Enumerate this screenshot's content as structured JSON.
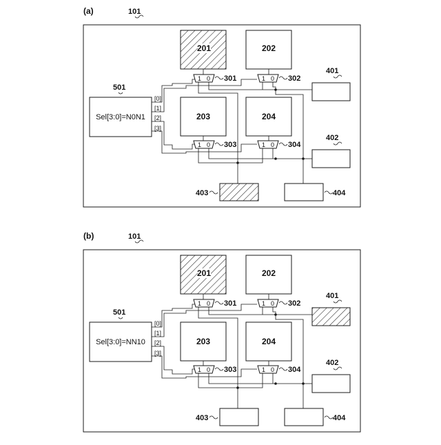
{
  "panels": [
    {
      "label": "(a)",
      "frame_ref": "101",
      "controller": {
        "ref": "501",
        "text": "Sel[3:0]=N0N1"
      },
      "sel_lines": [
        "[0]",
        "[1]",
        "[2]",
        "[3]"
      ],
      "blocks": [
        {
          "ref": "201",
          "label": "201",
          "hatched": true
        },
        {
          "ref": "202",
          "label": "202",
          "hatched": false
        },
        {
          "ref": "203",
          "label": "203",
          "hatched": false
        },
        {
          "ref": "204",
          "label": "204",
          "hatched": false
        }
      ],
      "muxes": [
        {
          "ref": "301",
          "in1": "1",
          "in0": "0"
        },
        {
          "ref": "302",
          "in1": "1",
          "in0": "0"
        },
        {
          "ref": "303",
          "in1": "1",
          "in0": "0"
        },
        {
          "ref": "304",
          "in1": "1",
          "in0": "0"
        }
      ],
      "peripherals": [
        {
          "ref": "401",
          "hatched": false
        },
        {
          "ref": "402",
          "hatched": false
        },
        {
          "ref": "403",
          "hatched": true
        },
        {
          "ref": "404",
          "hatched": false
        }
      ]
    },
    {
      "label": "(b)",
      "frame_ref": "101",
      "controller": {
        "ref": "501",
        "text": "Sel[3:0]=NN10"
      },
      "sel_lines": [
        "[0]",
        "[1]",
        "[2]",
        "[3]"
      ],
      "blocks": [
        {
          "ref": "201",
          "label": "201",
          "hatched": true
        },
        {
          "ref": "202",
          "label": "202",
          "hatched": false
        },
        {
          "ref": "203",
          "label": "203",
          "hatched": false
        },
        {
          "ref": "204",
          "label": "204",
          "hatched": false
        }
      ],
      "muxes": [
        {
          "ref": "301",
          "in1": "1",
          "in0": "0"
        },
        {
          "ref": "302",
          "in1": "1",
          "in0": "0"
        },
        {
          "ref": "303",
          "in1": "1",
          "in0": "0"
        },
        {
          "ref": "304",
          "in1": "1",
          "in0": "0"
        }
      ],
      "peripherals": [
        {
          "ref": "401",
          "hatched": true
        },
        {
          "ref": "402",
          "hatched": false
        },
        {
          "ref": "403",
          "hatched": false
        },
        {
          "ref": "404",
          "hatched": false
        }
      ]
    }
  ],
  "colors": {
    "line": "#1a1a1a",
    "hatch": "#333333",
    "background": "#ffffff"
  }
}
